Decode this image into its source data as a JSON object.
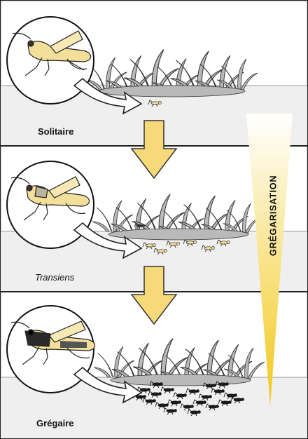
{
  "stages": [
    {
      "label": "Solitaire",
      "italic": false
    },
    {
      "label": "Transiens",
      "italic": true
    },
    {
      "label": "Grégaire",
      "italic": false
    }
  ],
  "side_label": "GRÉGARISATION",
  "colors": {
    "ground": "#efefef",
    "border": "#222222",
    "arrow_fill": "#f7d97a",
    "arrow_stroke": "#333333",
    "gradient_top": "#ffffff",
    "gradient_bottom": "#f2c81a",
    "grass": "#b9b9b9",
    "locust_solitary": "#f3df9a",
    "locust_gregarious": "#1a1a1a"
  }
}
